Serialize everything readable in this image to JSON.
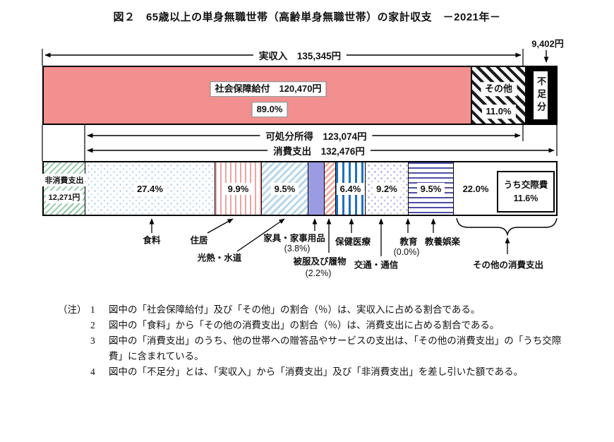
{
  "title": "図２　65歳以上の単身無職世帯（高齢単身無職世帯）の家計収支　－2021年－",
  "income_bar": {
    "arrow_label": "実収入　135,345円",
    "shortfall_amount": "9,402円",
    "social_security_label": "社会保障給付　120,470円",
    "social_security_percent": "89.0%",
    "other_label": "その他",
    "other_percent": "11.0%",
    "shortfall_label": "不足分"
  },
  "mid_arrows": {
    "disposable_label": "可処分所得　123,074円",
    "consumption_label": "消費支出　132,476円"
  },
  "expense_bar": {
    "non_consumption_label": "非消費支出",
    "non_consumption_value": "12,271円",
    "food_percent": "27.4%",
    "housing_percent": "9.9%",
    "utilities_percent": "9.5%",
    "health_percent": "6.4%",
    "transport_percent": "9.2%",
    "culture_percent": "9.5%",
    "other_percent": "22.0%",
    "social_expenses_label": "うち交際費",
    "social_expenses_percent": "11.6%"
  },
  "category_labels": {
    "food": "食料",
    "housing": "住居",
    "utilities": "光熱・水道",
    "furniture": "家具・家事用品",
    "furniture_percent": "(3.8%)",
    "clothing": "被服及び履物",
    "clothing_percent": "(2.2%)",
    "health": "保健医療",
    "transport": "交通・通信",
    "education": "教育",
    "education_percent": "(0.0%)",
    "culture": "教養娯楽",
    "other": "その他の消費支出"
  },
  "notes": {
    "heading": "（注）",
    "items": [
      {
        "num": "1",
        "text": "図中の「社会保障給付」及び「その他」の割合（％）は、実収入に占める割合である。"
      },
      {
        "num": "2",
        "text": "図中の「食料」から「その他の消費支出」の割合（％）は、消費支出に占める割合である。"
      },
      {
        "num": "3",
        "text": "図中の「消費支出」のうち、他の世帯への贈答品やサービスの支出は、「その他の消費支出」の「うち交際費」に含まれている。"
      },
      {
        "num": "4",
        "text": "図中の「不足分」とは、「実収入」から「消費支出」及び「非消費支出」を差し引いた額である。"
      }
    ]
  },
  "colors": {
    "income_pink": "#f28f8f",
    "furniture_purple": "#9b9be3",
    "health_blue": "#1f6fc0",
    "culture_navy": "#4d4da6",
    "non_consumption_green": "#8fc8a2"
  },
  "chart_data": {
    "type": "bar",
    "orientation": "horizontal-stacked",
    "title": "65歳以上の単身無職世帯（高齢単身無職世帯）の家計収支 －2021年－",
    "unit": "円",
    "income": {
      "label": "実収入",
      "total_yen": 135345,
      "segments": [
        {
          "label": "社会保障給付",
          "value_yen": 120470,
          "percent_of_income": 89.0
        },
        {
          "label": "その他",
          "percent_of_income": 11.0
        }
      ],
      "shortfall": {
        "label": "不足分",
        "value_yen": 9402
      }
    },
    "disposable_income_yen": {
      "label": "可処分所得",
      "value_yen": 123074
    },
    "consumption_expenditure_yen": {
      "label": "消費支出",
      "value_yen": 132476
    },
    "expenditure_segments": [
      {
        "label": "非消費支出",
        "value_yen": 12271
      },
      {
        "label": "食料",
        "percent_of_consumption": 27.4
      },
      {
        "label": "住居",
        "percent_of_consumption": 9.9
      },
      {
        "label": "光熱・水道",
        "percent_of_consumption": 9.5
      },
      {
        "label": "家具・家事用品",
        "percent_of_consumption": 3.8
      },
      {
        "label": "被服及び履物",
        "percent_of_consumption": 2.2
      },
      {
        "label": "保健医療",
        "percent_of_consumption": 6.4
      },
      {
        "label": "交通・通信",
        "percent_of_consumption": 9.2
      },
      {
        "label": "教育",
        "percent_of_consumption": 0.0
      },
      {
        "label": "教養娯楽",
        "percent_of_consumption": 9.5
      },
      {
        "label": "その他の消費支出",
        "percent_of_consumption": 22.0,
        "of_which": {
          "label": "うち交際費",
          "percent_of_consumption": 11.6
        }
      }
    ],
    "legend_position": "none",
    "grid": false
  }
}
